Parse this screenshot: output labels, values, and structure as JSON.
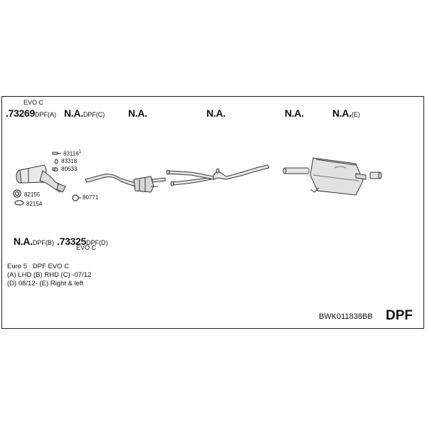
{
  "top_labels": {
    "evo_top": "EVO C",
    "p1_num": ".73269",
    "p1_suffix": "DPF(A)",
    "p2_num": "N.A.",
    "p2_suffix": "DPF(C)",
    "na1": "N.A.",
    "na2": "N.A.",
    "na3": "N.A.",
    "p6_num": "N.A.",
    "p6_suffix": "(E)"
  },
  "parts": {
    "p83116": "83116",
    "p83116_sup": "1",
    "p83318": "83318",
    "p80633": "80633",
    "p82155": "82155",
    "p82154": "82154",
    "p80771": "80771"
  },
  "bottom_labels": {
    "b1_num": "N.A.",
    "b1_suffix": "DPF(B)",
    "b2_num": ".73325",
    "b2_suffix": "DPF(D)",
    "evo_bottom": "EVO C"
  },
  "notes": {
    "line1_a": "Euro 5",
    "line1_b": "DPF EVO C",
    "line2": "(A) LHD (B) RHD (C) -07/12",
    "line3": "(D) 08/12- (E) Right & left"
  },
  "footer": {
    "code": "BWK011838BB",
    "type": "DPF"
  }
}
